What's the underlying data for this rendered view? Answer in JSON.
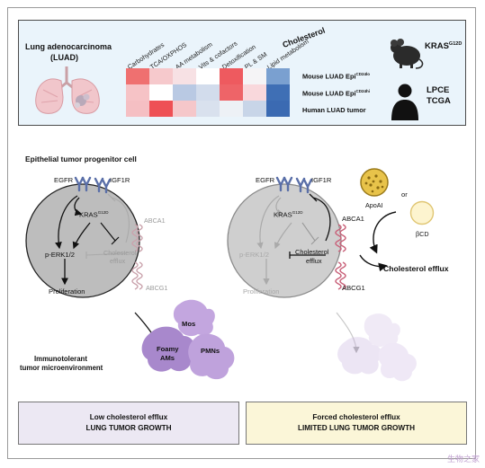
{
  "header": {
    "disease_title": "Lung adenocarcinoma",
    "disease_subtitle": "(LUAD)"
  },
  "heatmap": {
    "columns": [
      "Carbohydrates",
      "TCA/OXPHOS",
      "AA metabolism",
      "Vits & cofactors",
      "Detoxification",
      "PL & SM",
      "Lipid metabolism",
      "Cholesterol"
    ],
    "rows": [
      "Mouse LUAD Epi",
      "Mouse LUAD Epi",
      "Human LUAD tumor"
    ],
    "row_superscripts": [
      "CD24lo",
      "CD24hi",
      ""
    ],
    "cells": [
      [
        "#ef7070",
        "#f6c9cc",
        "#f7e1e4",
        "#ffffff",
        "#ee5a5f",
        "#f5f4f6",
        "#7aa0d0"
      ],
      [
        "#f6c3c6",
        "#ffffff",
        "#b9c9e3",
        "#d2dcec",
        "#ee6468",
        "#f9d8dc",
        "#3f6fb5"
      ],
      [
        "#f5bfc3",
        "#ee5055",
        "#f5c7ca",
        "#d9e1ee",
        "#edf1f6",
        "#c8d5e8",
        "#3b6ab2"
      ]
    ]
  },
  "models": {
    "mouse_label": "KRAS",
    "mouse_superscript": "G12D",
    "human_label_1": "LPCE",
    "human_label_2": "TCGA"
  },
  "cell_section": {
    "title": "Epithelial tumor progenitor cell"
  },
  "left_cell": {
    "egfr": "EGFR",
    "igf1r": "IGF1R",
    "kras": "KRAS",
    "kras_sup": "G12D",
    "perk": "p-ERK1/2",
    "chol_efflux_1": "Cholesterol",
    "chol_efflux_2": "efflux",
    "proliferation": "Proliferation",
    "abca1": "ABCA1",
    "abcg1": "ABCG1"
  },
  "tme": {
    "mos": "Mos",
    "foamy_1": "Foamy",
    "foamy_2": "AMs",
    "pmns": "PMNs",
    "label_1": "Immunotolerant",
    "label_2": "tumor microenvironment"
  },
  "right_cell": {
    "egfr": "EGFR",
    "igf1r": "IGF1R",
    "kras": "KRAS",
    "kras_sup": "G12D",
    "perk": "p-ERK1/2",
    "chol_efflux_1": "Cholesterol",
    "chol_efflux_2": "efflux",
    "proliferation": "Proliferation",
    "abca1": "ABCA1",
    "abcg1": "ABCG1"
  },
  "acceptors": {
    "apoai": "ApoAI",
    "or": "or",
    "bcd": "βCD",
    "efflux_out": "Cholesterol efflux"
  },
  "bottom_panels": {
    "left_line1": "Low cholesterol efflux",
    "left_line2": "LUNG TUMOR GROWTH",
    "right_line1": "Forced cholesterol efflux",
    "right_line2": "LIMITED LUNG TUMOR GROWTH"
  },
  "colors": {
    "top_bg": "#eaf4fb",
    "left_panel_bg": "#ece8f3",
    "right_panel_bg": "#fbf6d8",
    "receptor": "#5a6fa8",
    "transporter": "#c9627a",
    "cell_fill": "#bfbfbf",
    "immune": "#b79ad6"
  },
  "watermark": "生物之家"
}
